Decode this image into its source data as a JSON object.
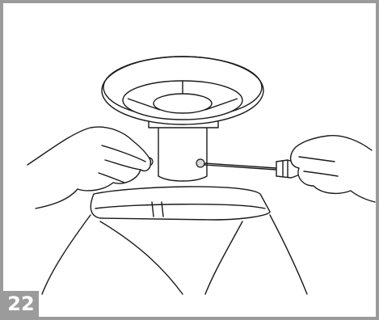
{
  "step": {
    "number": "22"
  },
  "illustration": {
    "parts": [
      "steering-wheel",
      "steering-column",
      "screw",
      "screwdriver",
      "hands",
      "vehicle-body"
    ]
  },
  "colors": {
    "frame": "#9b9b9b",
    "badge": "#9b9b9b",
    "badge_text": "#ffffff",
    "line_art": "#1a1a1a"
  }
}
